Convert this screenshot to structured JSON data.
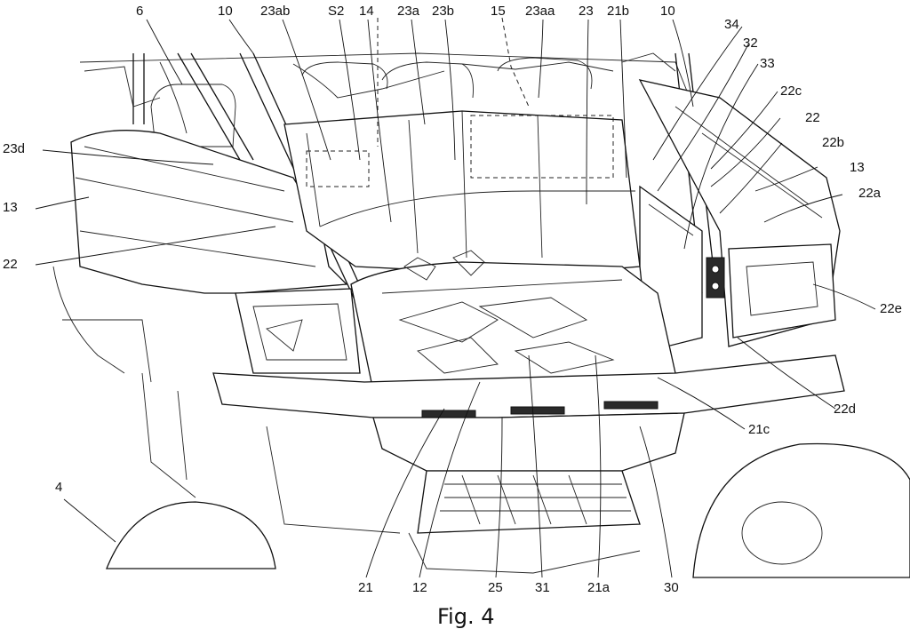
{
  "figure": {
    "caption": "Fig. 4",
    "labels_top": [
      "6",
      "10",
      "23ab",
      "S2",
      "14",
      "23a",
      "23b",
      "15",
      "23aa",
      "23",
      "21b",
      "10"
    ],
    "labels_right": [
      "34",
      "32",
      "33",
      "22c",
      "22",
      "22b",
      "13",
      "22a",
      "22e",
      "22d",
      "21c"
    ],
    "labels_left": [
      "23d",
      "13",
      "22",
      "4"
    ],
    "labels_bottom": [
      "21",
      "12",
      "25",
      "31",
      "21a",
      "30"
    ]
  }
}
